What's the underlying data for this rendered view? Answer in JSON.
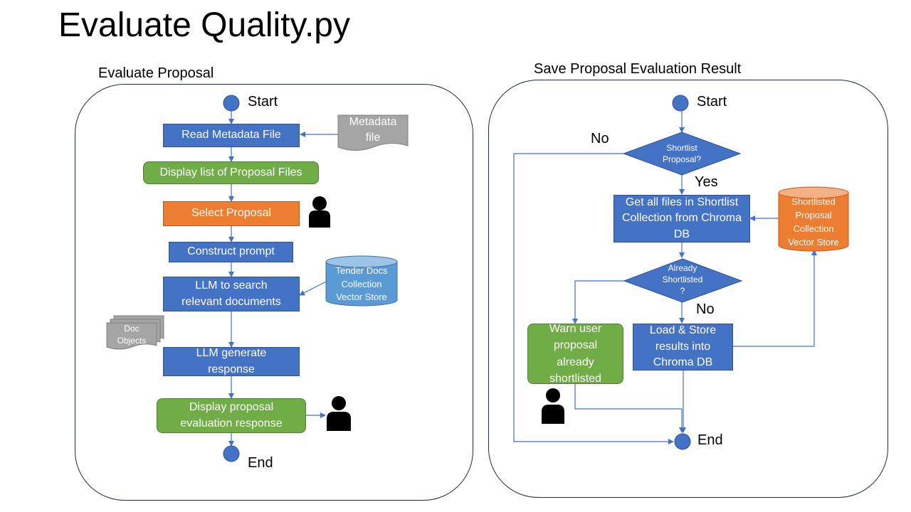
{
  "page_title": "Evaluate Quality.py",
  "left_panel": {
    "title": "Evaluate Proposal",
    "start_label": "Start",
    "end_label": "End",
    "steps": {
      "read_metadata": "Read Metadata File",
      "display_list": "Display list of Proposal Files",
      "select_proposal": "Select Proposal",
      "construct_prompt": "Construct prompt",
      "llm_search": "LLM to search relevant documents",
      "llm_generate": "LLM generate response",
      "display_response": "Display proposal evaluation response"
    },
    "metadata_file": "Metadata file",
    "tender_store": "Tender Docs Collection Vector Store",
    "doc_objects": "Doc Objects"
  },
  "right_panel": {
    "title": "Save Proposal Evaluation Result",
    "start_label": "Start",
    "end_label": "End",
    "decision_shortlist": "Shortlist Proposal?",
    "decision_already": "Already Shortlisted ?",
    "no_label_1": "No",
    "yes_label": "Yes",
    "no_label_2": "No",
    "get_files": "Get all files in Shortlist Collection from Chroma DB",
    "shortlisted_store": "Shortlisted Proposal Collection Vector Store",
    "warn_user": "Warn user proposal already shortlisted",
    "load_store": "Load & Store results into Chroma DB"
  },
  "colors": {
    "blue": "#4472c4",
    "green": "#70ad47",
    "orange": "#ed7d31",
    "light_blue": "#5b9bd5",
    "gray": "#a5a5a5",
    "line": "#4472c4"
  },
  "icons": [
    "user-icon",
    "metadata-file-icon",
    "cylinder-icon",
    "stacked-documents-icon"
  ]
}
